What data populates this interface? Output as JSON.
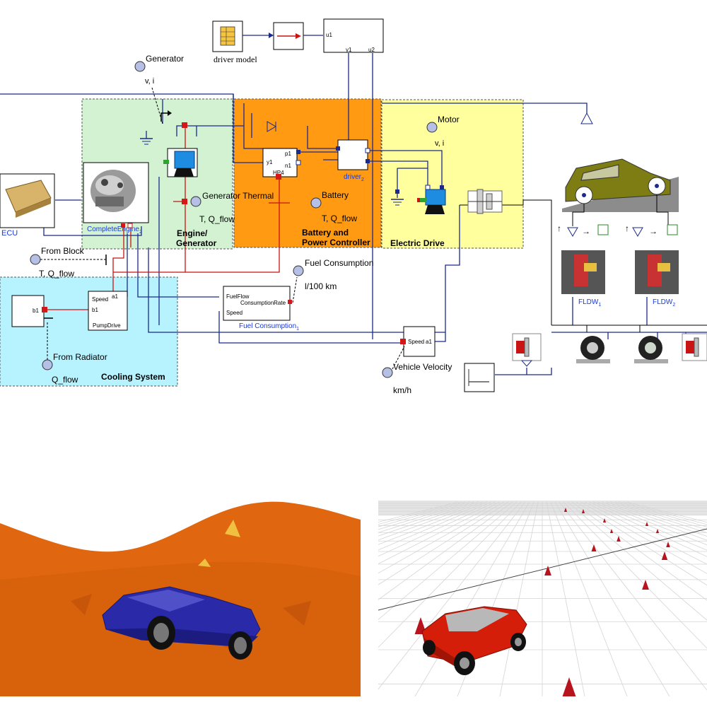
{
  "diagram": {
    "top_blocks": {
      "driver_model": "driver model",
      "u1": "u1",
      "y1": "y1",
      "u2": "u2"
    },
    "generator_sensor": {
      "label": "Generator",
      "vi": "v, i"
    },
    "motor_sensor": {
      "label": "Motor",
      "vi": "v, i"
    },
    "engine_gen_region": {
      "title_line1": "Engine/",
      "title_line2": "Generator",
      "color": "#d2f2d2"
    },
    "battery_region": {
      "title_line1": "Battery and",
      "title_line2": "Power Controller",
      "color": "#ff9a12"
    },
    "electric_region": {
      "title": "Electric Drive",
      "color": "#ffff9e"
    },
    "cooling_region": {
      "title": "Cooling System",
      "color": "#b7f2ff"
    },
    "ecu_label": "ECU",
    "engine_label": "CompleteEngine",
    "engine_sub": "2",
    "gen_thermal": {
      "label": "Generator Thermal",
      "sub": "T, Q_flow"
    },
    "battery": {
      "label": "Battery",
      "sub": "T, Q_flow"
    },
    "hp4": {
      "y1": "y1",
      "p1": "p1",
      "n1": "n1",
      "name": "HP4"
    },
    "driver2": {
      "name": "driver",
      "sub": "2"
    },
    "from_block": {
      "label": "From Block",
      "sub": "T, Q_flow"
    },
    "from_radiator": {
      "label": "From Radiator",
      "sub": "Q_flow"
    },
    "pump": {
      "speed": "Speed",
      "b1": "b1",
      "a1": "a1",
      "name": "PumpDrive"
    },
    "b1_block": "b1",
    "fuel_block": {
      "fuelflow": "FuelFlow",
      "rate": "ConsumptionRate",
      "speed": "Speed",
      "name": "Fuel Consumption",
      "sub": "1"
    },
    "fuel_sensor": {
      "label": "Fuel Consumption",
      "unit": "l/100 km"
    },
    "speed_block": {
      "speed": "Speed",
      "a1": "a1"
    },
    "vehicle_velocity": {
      "label": "Vehicle Velocity",
      "unit": "km/h"
    },
    "fldw1": {
      "name": "FLDW",
      "sub": "1"
    },
    "fldw2": {
      "name": "FLDW",
      "sub": "2"
    },
    "colors": {
      "wire": "#1b2a8c",
      "red_wire": "#c81414",
      "car_body": "#7d7d14",
      "ramp": "#8c8c8c"
    }
  },
  "scenes": {
    "left": {
      "terrain_color": "#e0670f",
      "car_color": "#2a2aa8"
    },
    "right": {
      "floor_color": "#ffffff",
      "grid_color": "#d4d4d4",
      "car_color": "#d41e0a",
      "cone_color": "#b8141e"
    }
  }
}
